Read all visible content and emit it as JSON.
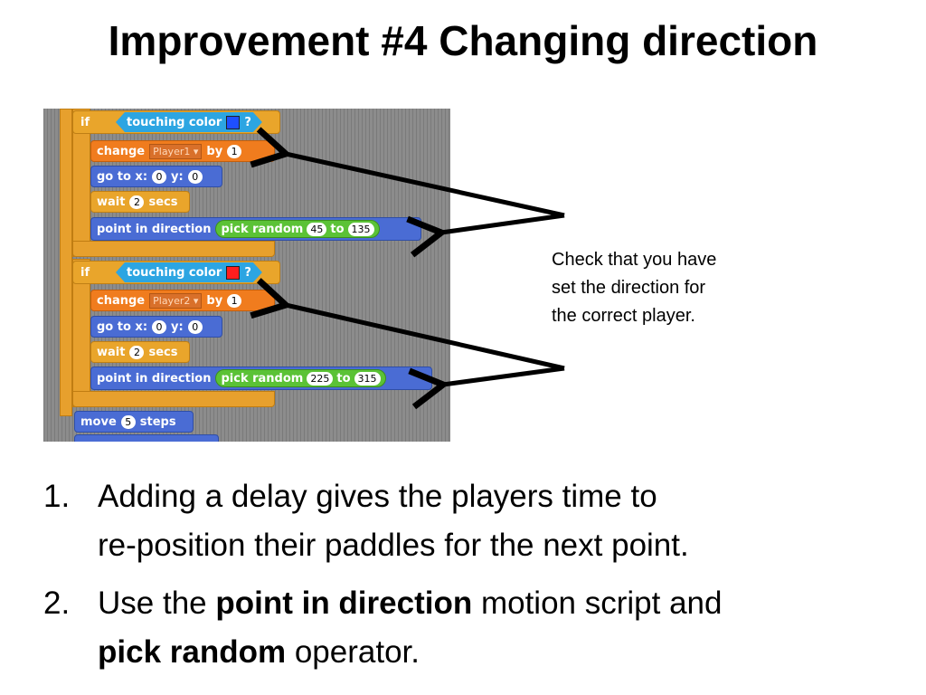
{
  "title": "Improvement #4 Changing direction",
  "note": {
    "lines": [
      "Check that you have",
      "set the direction for",
      "the correct player."
    ]
  },
  "scratch": {
    "if_kw": "if",
    "sensing_label": "touching color",
    "question_mark": "?",
    "change_kw": "change",
    "by_kw": "by",
    "goto_label": "go to x:",
    "y_label": "y:",
    "wait_kw": "wait",
    "secs_kw": "secs",
    "point_label": "point in direction",
    "pick_label": "pick random",
    "to_kw": "to",
    "move_kw": "move",
    "steps_kw": "steps",
    "block1": {
      "swatch_color": "#1e4fff",
      "variable": "Player1",
      "change_by": "1",
      "x": "0",
      "y": "0",
      "wait": "2",
      "from": "45",
      "to": "135"
    },
    "block2": {
      "swatch_color": "#ff1e1e",
      "variable": "Player2",
      "change_by": "1",
      "x": "0",
      "y": "0",
      "wait": "2",
      "from": "225",
      "to": "315"
    },
    "move_steps": "5"
  },
  "list": {
    "items": [
      {
        "number": "1.",
        "line1": "Adding a delay gives the players time to",
        "line2": "re-position their paddles for the next point."
      },
      {
        "number": "2.",
        "prefix": "Use the ",
        "bold1": "point in direction",
        "mid": " motion script and",
        "bold2": "pick random",
        "suffix": " operator."
      }
    ]
  }
}
